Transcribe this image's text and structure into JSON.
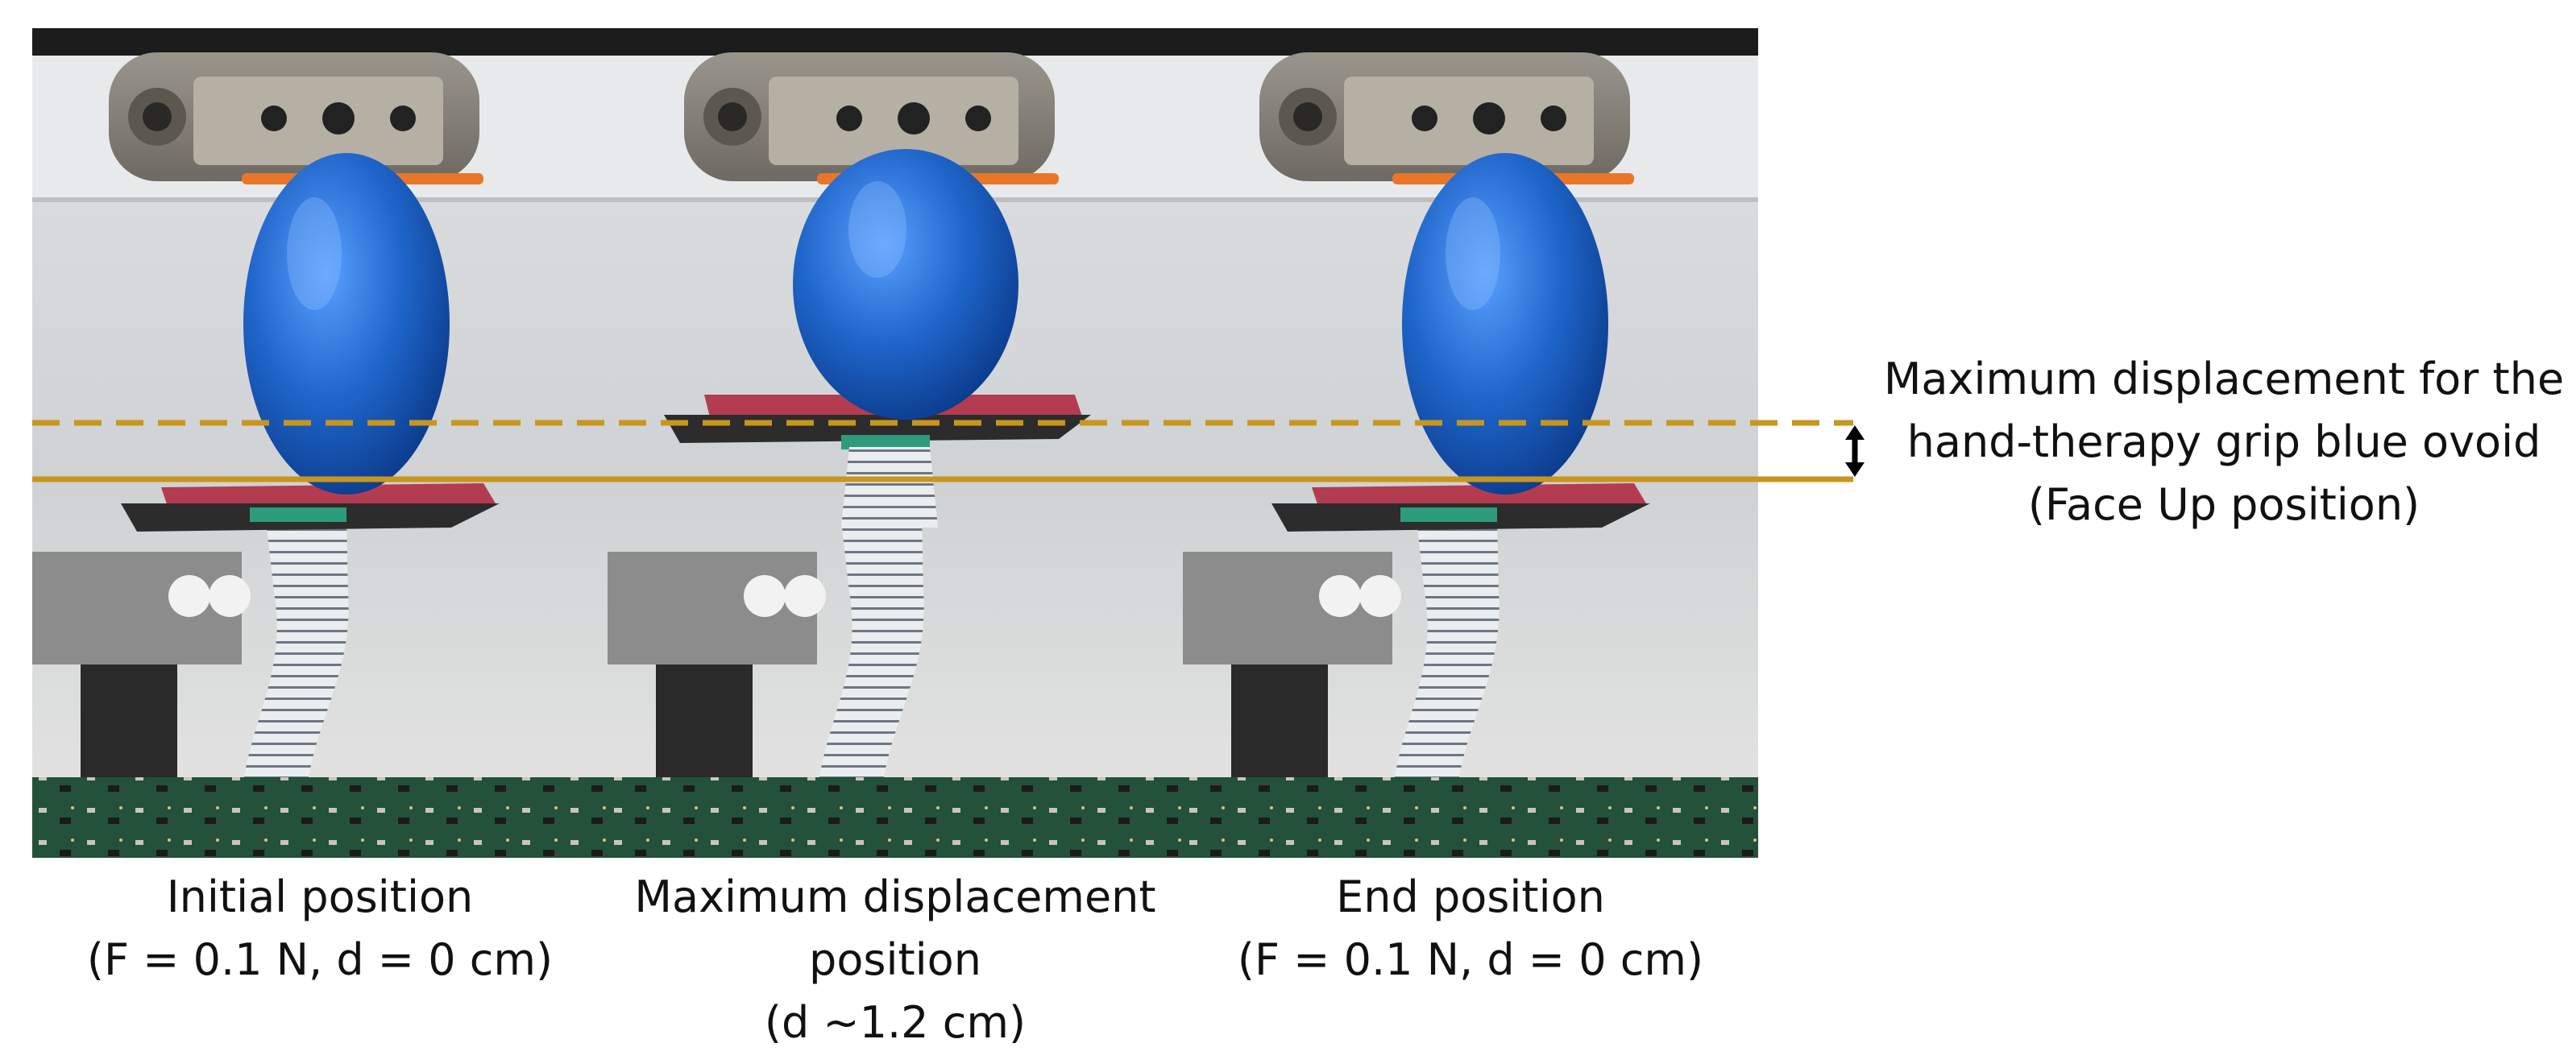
{
  "figure": {
    "panels": [
      {
        "label": "initial-position",
        "caption": [
          "Initial position",
          "(F = 0.1 N, d = 0 cm)"
        ]
      },
      {
        "label": "max-displacement",
        "caption": [
          "Maximum displacement",
          "position",
          "(d ~1.2 cm)"
        ]
      },
      {
        "label": "end-position",
        "caption": [
          "End position",
          "(F = 0.1 N, d = 0 cm)"
        ]
      }
    ],
    "annotation": [
      "Maximum displacement for the",
      "hand-therapy grip blue ovoid",
      "(Face Up position)"
    ],
    "colors": {
      "reference_line": "#C8961E",
      "ovoid": "#1E64C8",
      "ribbon_cable": "#E8EDF0",
      "pcb": "#1F4A2E",
      "press_plate": "#8C8C8C",
      "sensor_pad": "#B43C50",
      "arrow": "#000000"
    }
  }
}
